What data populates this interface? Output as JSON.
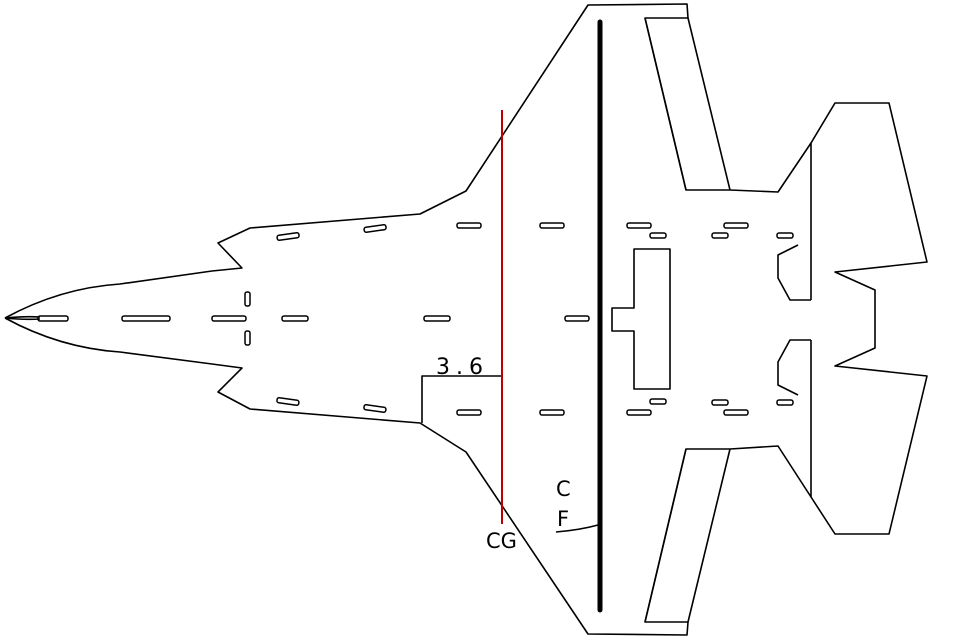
{
  "labels": {
    "dimension": "3.6",
    "cg": "CG",
    "cf_c": "C",
    "cf_f": "F"
  },
  "colors": {
    "outline": "#000000",
    "cg_line": "#c00000",
    "background": "#ffffff"
  }
}
